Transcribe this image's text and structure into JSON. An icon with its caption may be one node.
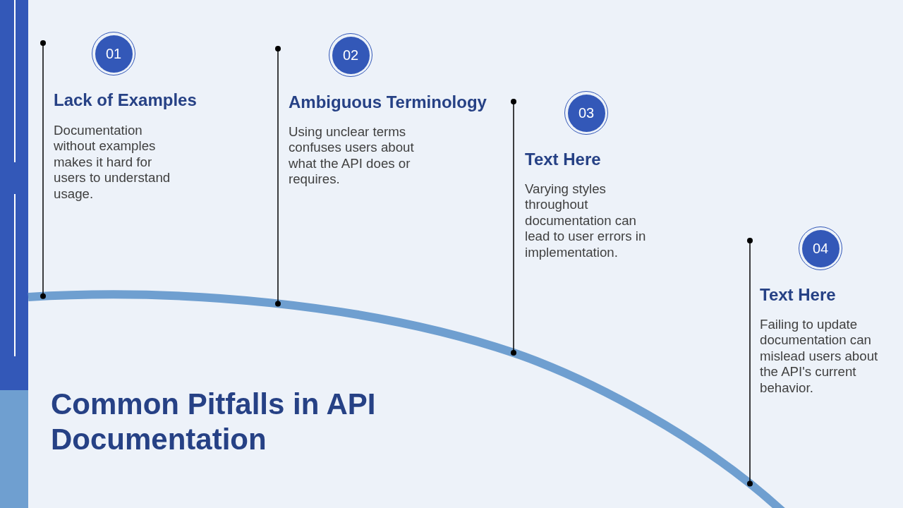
{
  "diagram": {
    "title": "Common Pitfalls in API Documentation",
    "nodes": [
      {
        "text": [
          "01"
        ],
        "beside": [
          "Lack of Examples",
          "Documentation without examples makes it hard for users to understand usage."
        ]
      },
      {
        "text": [
          "02"
        ],
        "beside": [
          "Ambiguous Terminology",
          "Using unclear terms confuses users about what the API does or requires."
        ]
      },
      {
        "text": [
          "03"
        ],
        "beside": [
          "Text Here",
          "Varying styles throughout documentation can lead to user errors in implementation."
        ]
      },
      {
        "text": [
          "04"
        ],
        "beside": [
          "Text Here",
          "Failing to update documentation can mislead users about the API's current behavior."
        ]
      }
    ],
    "edges": []
  }
}
